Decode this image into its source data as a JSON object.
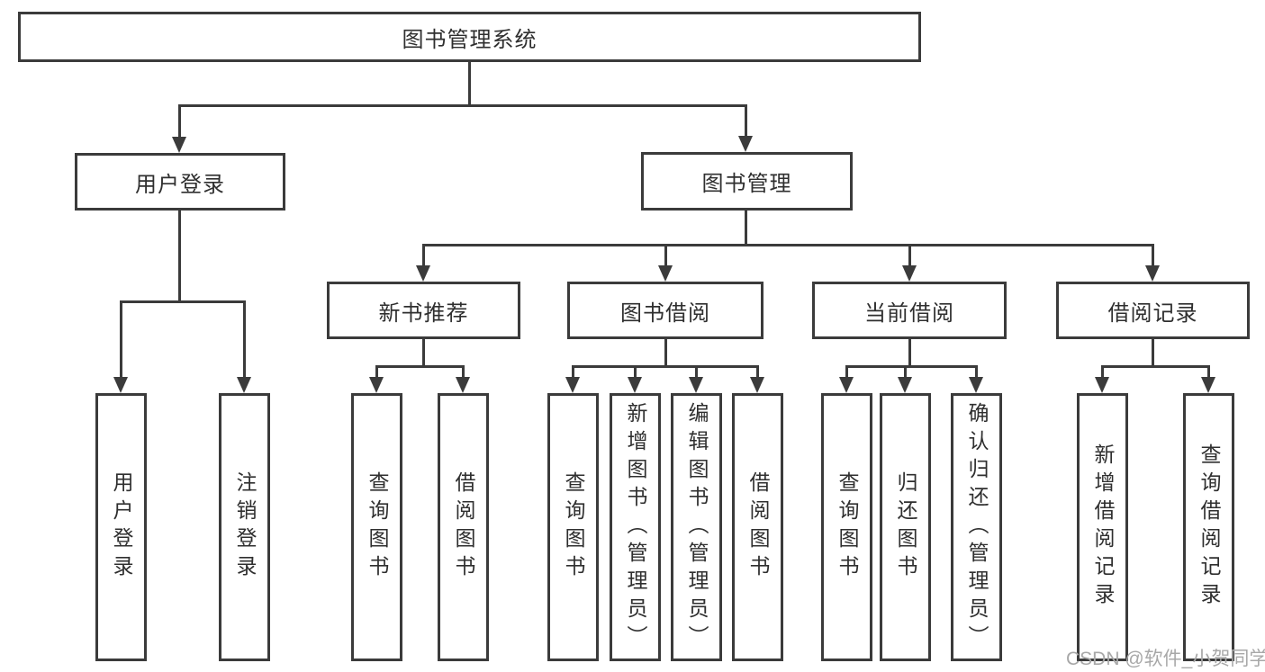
{
  "tree": {
    "root": {
      "label": "图书管理系统"
    },
    "branches": [
      {
        "label": "用户登录",
        "children": [
          {
            "label": "用户登录"
          },
          {
            "label": "注销登录"
          }
        ]
      },
      {
        "label": "图书管理",
        "children": [
          {
            "label": "新书推荐",
            "children": [
              {
                "label": "查询图书"
              },
              {
                "label": "借阅图书"
              }
            ]
          },
          {
            "label": "图书借阅",
            "children": [
              {
                "label": "查询图书"
              },
              {
                "label": "新增图书（管理员）"
              },
              {
                "label": "编辑图书（管理员）"
              },
              {
                "label": "借阅图书"
              }
            ]
          },
          {
            "label": "当前借阅",
            "children": [
              {
                "label": "查询图书"
              },
              {
                "label": "归还图书"
              },
              {
                "label": "确认归还（管理员）"
              }
            ]
          },
          {
            "label": "借阅记录",
            "children": [
              {
                "label": "新增借阅记录"
              },
              {
                "label": "查询借阅记录"
              }
            ]
          }
        ]
      }
    ]
  },
  "watermark": {
    "text": "CSDN @软件_小贺同学"
  },
  "colors": {
    "line": "#3b3b3b",
    "text": "#2f2f2f",
    "watermark": "#a8a8a8",
    "background": "#ffffff"
  }
}
